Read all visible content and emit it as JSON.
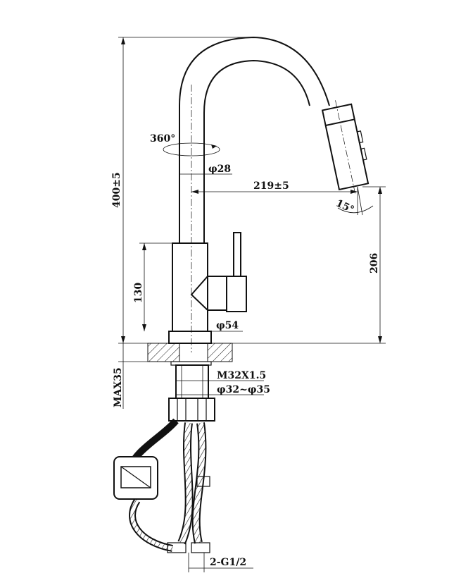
{
  "drawing": {
    "rotation": "360°",
    "pipe_diameter": "φ28",
    "reach": "219±5",
    "spray_angle": "15°",
    "total_height": "400±5",
    "spout_height": "206",
    "body_height": "130",
    "base_diameter": "φ54",
    "max_deck_thickness": "MAX35",
    "thread": "M32X1.5",
    "hole_diameter": "φ32~φ35",
    "inlet": "2-G1/2"
  }
}
